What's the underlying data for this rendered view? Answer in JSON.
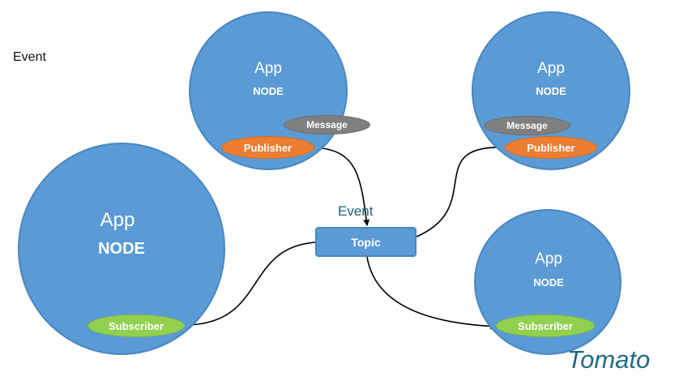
{
  "heading": "Event",
  "topic_event_label": "Event",
  "topic": {
    "label": "Topic"
  },
  "nodes": [
    {
      "app": "App",
      "node": "NODE",
      "publisher": "Publisher",
      "message": "Message"
    },
    {
      "app": "App",
      "node": "NODE",
      "publisher": "Publisher",
      "message": "Message"
    },
    {
      "app": "App",
      "node": "NODE",
      "subscriber": "Subscriber"
    },
    {
      "app": "App",
      "node": "NODE",
      "subscriber": "Subscriber"
    }
  ],
  "watermark": "Tomato",
  "colors": {
    "node_fill": "#5b9bd5",
    "publisher": "#ed7d31",
    "message": "#7f7f7f",
    "subscriber": "#92d050",
    "edge": "#000000",
    "event_text": "#1f5f7a",
    "watermark": "#1f6a85"
  }
}
